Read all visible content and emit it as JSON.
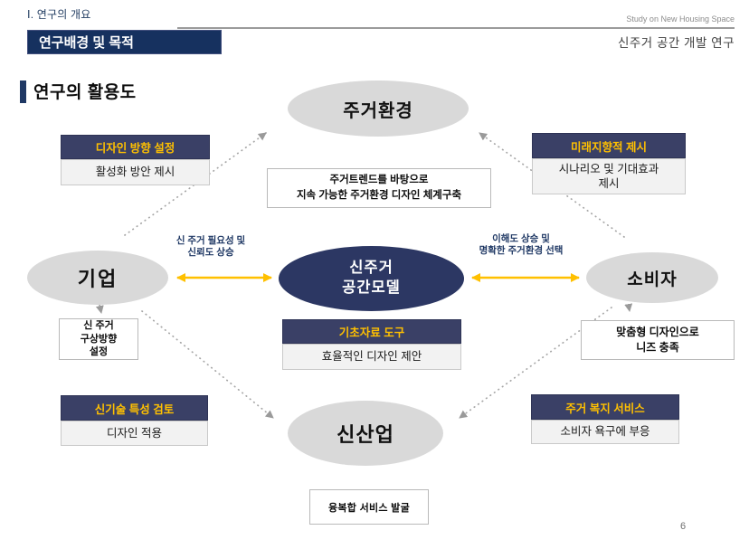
{
  "header": {
    "section": "Ⅰ. 연구의 개요",
    "banner": "연구배경 및 목적",
    "study_en": "Study on New Housing Space",
    "study_kr": "신주거 공간 개발 연구"
  },
  "title": "연구의 활용도",
  "page_number": "6",
  "colors": {
    "navy_banner": "#16315f",
    "navy_header": "#3a4066",
    "navy_ellipse": "#2c3763",
    "accent_yellow": "#ffc000",
    "ellipse_gray": "#d9d9d9",
    "arrow_gray": "#a0a0a0"
  },
  "diagram": {
    "nodes": {
      "top": "주거환경",
      "left": "기업",
      "right": "소비자",
      "bottom": "신산업",
      "center_line1": "신주거",
      "center_line2": "공간모델"
    },
    "groups": {
      "top_left": {
        "header": "디자인 방향 설정",
        "body": "활성화 방안 제시"
      },
      "top_right": {
        "header": "미래지향적 제시",
        "body_line1": "시나리오 및 기대효과",
        "body_line2": "제시"
      },
      "mid_center": {
        "header": "기초자료 도구",
        "body": "효율적인 디자인 제안"
      },
      "bottom_left": {
        "header": "신기술 특성 검토",
        "body": "디자인 적용"
      },
      "bottom_right": {
        "header": "주거 복지 서비스",
        "body": "소비자 욕구에 부응"
      }
    },
    "boxes": {
      "trend_line1": "주거트렌드를 바탕으로",
      "trend_line2": "지속 가능한 주거환경 디자인 체계구축",
      "left_small_line1": "신 주거",
      "left_small_line2": "구상방향",
      "left_small_line3": "설정",
      "right_small_line1": "맞춤형 디자인으로",
      "right_small_line2": "니즈 충족",
      "bottom_center": "융복합 서비스 발굴"
    },
    "arrow_labels": {
      "left_line1": "신 주거 필요성 및",
      "left_line2": "신뢰도 상승",
      "right_line1": "이해도 상승 및",
      "right_line2": "명확한 주거환경 선택"
    }
  }
}
